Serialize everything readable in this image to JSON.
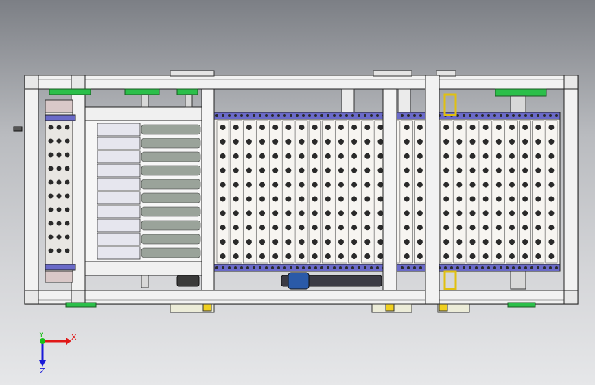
{
  "view": {
    "type": "CAD model viewport",
    "background": "gradient-gray"
  },
  "model": {
    "name": "",
    "roller_columns": 26,
    "holes_per_column": 10,
    "feeder_slots": 10
  },
  "triad": {
    "x_label": "X",
    "y_label": "Y",
    "z_label": "Z",
    "x_color": "#e01818",
    "y_color": "#18c018",
    "z_color": "#1a1ad8"
  },
  "colors": {
    "frame": "#f2f2f2",
    "frame_edge": "#222222",
    "chain": "#6a6ac8",
    "gear_green": "#2bbf4a",
    "bracket_yellow": "#f0d020",
    "roller_bg": "#f4f2ee",
    "hole": "#2a2a2a",
    "feeder_block": "#e6e6ee",
    "feeder_tube": "#9aa39a"
  }
}
